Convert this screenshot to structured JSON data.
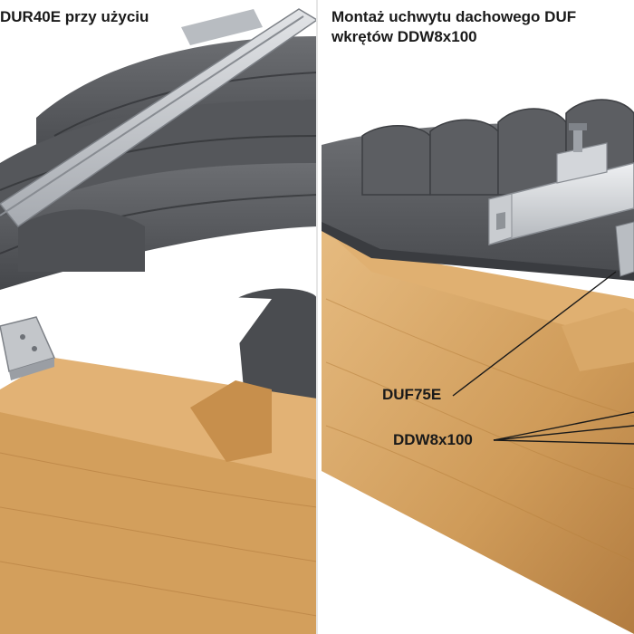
{
  "left_panel": {
    "caption": "DUR40E przy użyciu"
  },
  "right_panel": {
    "caption_line1": "Montaż uchwytu dachowego DUF",
    "caption_line2": "wkrętów DDW8x100",
    "callouts": {
      "bracket": "DUF75E",
      "screws": "DDW8x100"
    }
  },
  "colors": {
    "tile": "#5b5d61",
    "tile_dark": "#3f4145",
    "wood": "#d9a868",
    "wood_dark": "#b98343",
    "rail": "#c9ccd0",
    "rail_dark": "#8f9398"
  }
}
